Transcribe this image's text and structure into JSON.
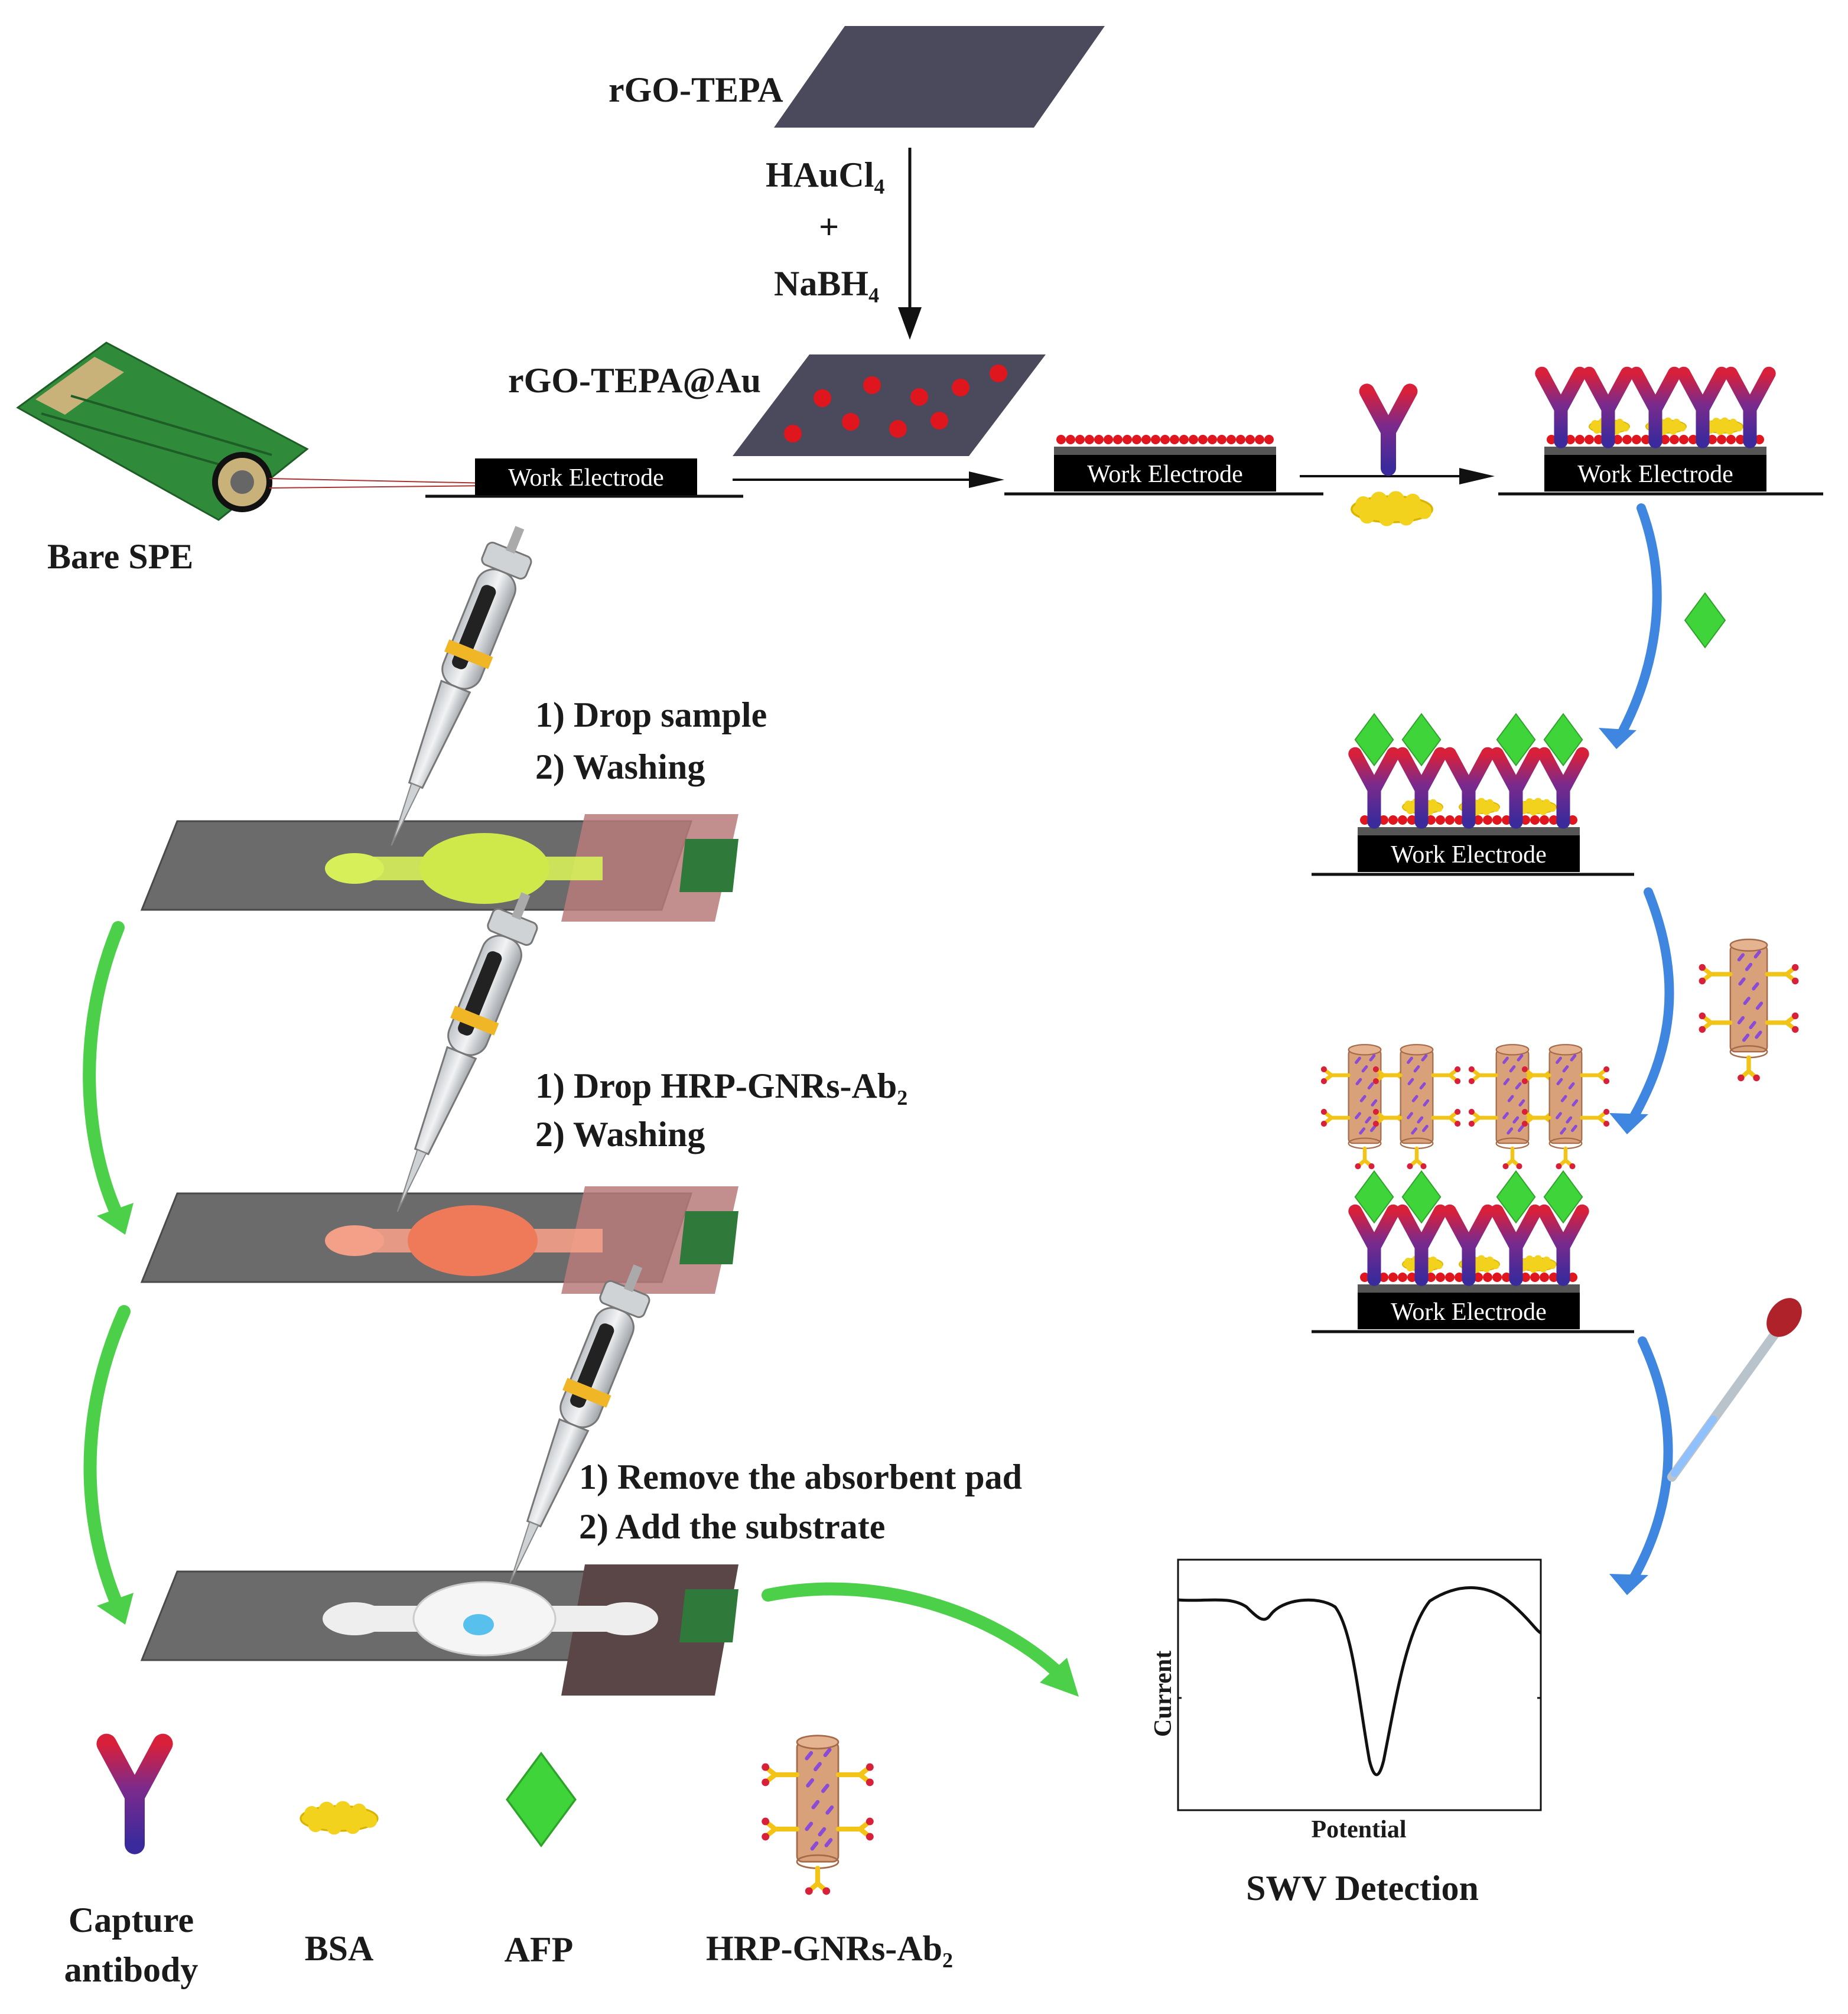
{
  "labels": {
    "rgo_tepa": "rGO-TEPA",
    "haucl4": "HAuCl₄",
    "plus": "+",
    "nabh4": "NaBH₄",
    "rgo_tepa_au": "rGO-TEPA@Au",
    "bare_spe": "Bare SPE",
    "work_electrode": "Work Electrode"
  },
  "steps": {
    "step1_line1": "1) Drop sample",
    "step1_line2": "2) Washing",
    "step2_line1": "1) Drop HRP-GNRs-Ab₂",
    "step2_line2": "2) Washing",
    "step3_line1": "1) Remove the absorbent pad",
    "step3_line2": "2) Add the substrate"
  },
  "legend": {
    "capture_antibody_l1": "Capture",
    "capture_antibody_l2": "antibody",
    "bsa": "BSA",
    "afp": "AFP",
    "hrp_gnrs_ab2": "HRP-GNRs-Ab₂"
  },
  "detection": {
    "ylabel": "Current",
    "xlabel": "Potential",
    "title": "SWV Detection"
  },
  "colors": {
    "sheet": "#4a4a5c",
    "au_dot": "#e0161e",
    "electrode": "#000000",
    "bsa": "#f2d21c",
    "afp": "#3fd43a",
    "antibody_purple": "#5b2a8c",
    "antibody_red": "#d8203a",
    "rod": "#d9a17a",
    "green_arrow": "#4cd04a",
    "blue_arrow": "#3f86e0"
  }
}
